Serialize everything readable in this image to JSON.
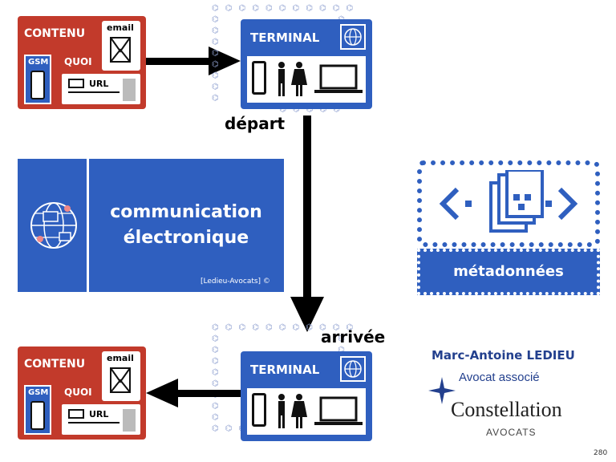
{
  "top_content": {
    "contenu": "CONTENU",
    "email": "email",
    "gsm": "GSM",
    "quoi": "QUOI",
    "url": "URL"
  },
  "bottom_content": {
    "contenu": "CONTENU",
    "email": "email",
    "gsm": "GSM",
    "quoi": "QUOI",
    "url": "URL"
  },
  "top_terminal": {
    "title": "TERMINAL"
  },
  "bottom_terminal": {
    "title": "TERMINAL"
  },
  "labels": {
    "depart": "départ",
    "arrivee": "arrivée"
  },
  "center_card": {
    "line1": "communication",
    "line2": "électronique",
    "credit": "[Ledieu-Avocats] ©"
  },
  "metadata": {
    "label": "métadonnées"
  },
  "author": {
    "name": "Marc-Antoine LEDIEU",
    "role": "Avocat associé",
    "firm": "Constellation",
    "firm_sub": "AVOCATS"
  },
  "page_number": "280",
  "colors": {
    "blue": "#2f5fbf",
    "red": "#c23a2b",
    "navy": "#23408e"
  }
}
